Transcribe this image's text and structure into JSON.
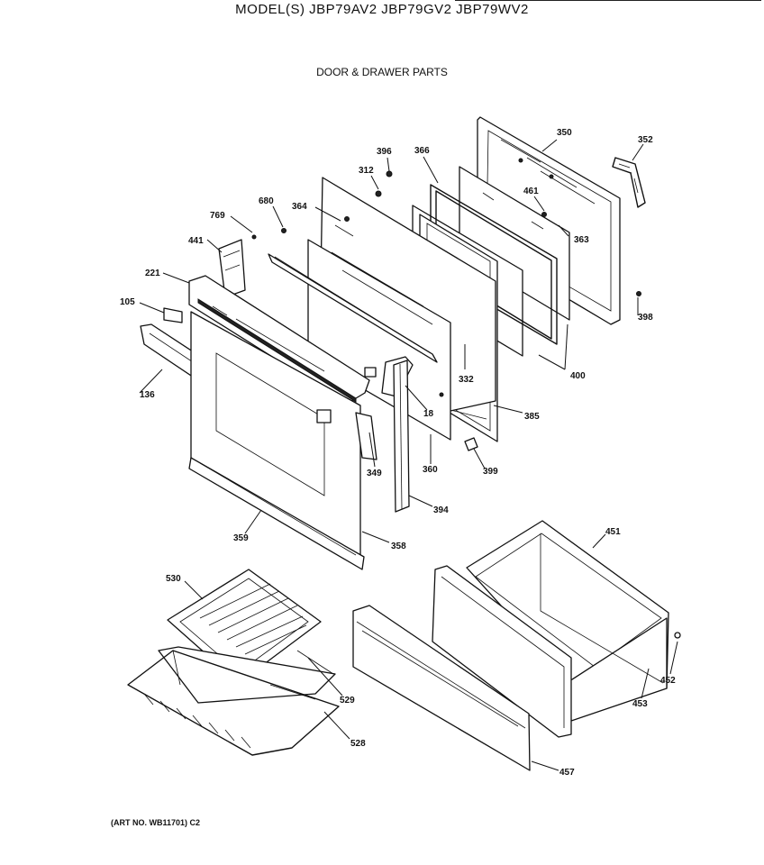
{
  "header": {
    "title": "MODEL(S) JBP79AV2  JBP79GV2  JBP79WV2",
    "subtitle": "DOOR & DRAWER PARTS",
    "art_number": "(ART NO. WB11701) C2"
  },
  "callouts": [
    {
      "id": "c350",
      "text": "350"
    },
    {
      "id": "c352",
      "text": "352"
    },
    {
      "id": "c396",
      "text": "396"
    },
    {
      "id": "c366",
      "text": "366"
    },
    {
      "id": "c312",
      "text": "312"
    },
    {
      "id": "c461",
      "text": "461"
    },
    {
      "id": "c363",
      "text": "363"
    },
    {
      "id": "c680",
      "text": "680"
    },
    {
      "id": "c364",
      "text": "364"
    },
    {
      "id": "c769",
      "text": "769"
    },
    {
      "id": "c441",
      "text": "441"
    },
    {
      "id": "c221",
      "text": "221"
    },
    {
      "id": "c398",
      "text": "398"
    },
    {
      "id": "c105",
      "text": "105"
    },
    {
      "id": "c400",
      "text": "400"
    },
    {
      "id": "c332",
      "text": "332"
    },
    {
      "id": "c136",
      "text": "136"
    },
    {
      "id": "c18",
      "text": "18"
    },
    {
      "id": "c385",
      "text": "385"
    },
    {
      "id": "c349",
      "text": "349"
    },
    {
      "id": "c360",
      "text": "360"
    },
    {
      "id": "c399",
      "text": "399"
    },
    {
      "id": "c394",
      "text": "394"
    },
    {
      "id": "c359",
      "text": "359"
    },
    {
      "id": "c358",
      "text": "358"
    },
    {
      "id": "c451",
      "text": "451"
    },
    {
      "id": "c530",
      "text": "530"
    },
    {
      "id": "c529",
      "text": "529"
    },
    {
      "id": "c452",
      "text": "452"
    },
    {
      "id": "c453",
      "text": "453"
    },
    {
      "id": "c528",
      "text": "528"
    },
    {
      "id": "c457",
      "text": "457"
    }
  ]
}
